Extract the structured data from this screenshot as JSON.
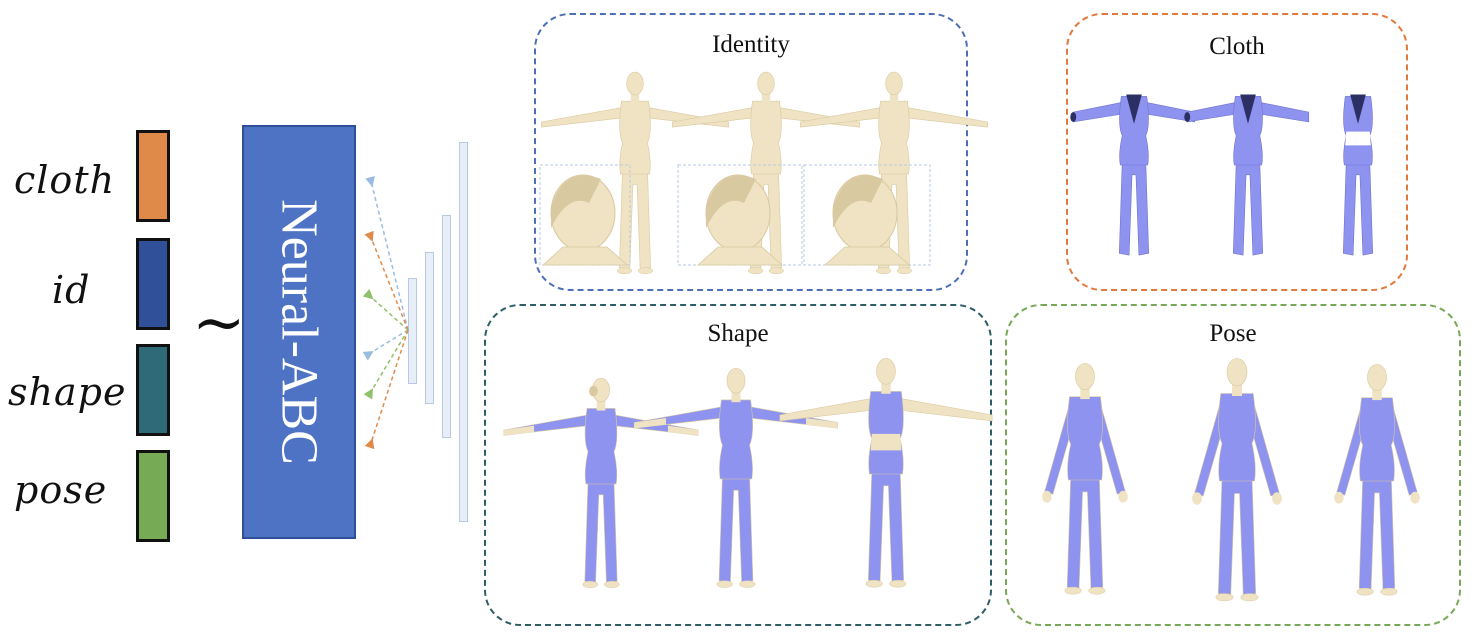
{
  "latents": [
    {
      "label": "cloth",
      "color": "#e08a49"
    },
    {
      "label": "id",
      "color": "#30509a"
    },
    {
      "label": "shape",
      "color": "#2e6a77"
    },
    {
      "label": "pose",
      "color": "#76aa55"
    }
  ],
  "tilde": "~",
  "model": {
    "name": "Neural-ABC",
    "color": "#4e73c4"
  },
  "arrow_colors": {
    "cloth": "#e08a49",
    "id": "#9bbbe0",
    "shape": "#9bbbe0",
    "pose": "#8fc06a"
  },
  "panels": {
    "identity": {
      "title": "Identity",
      "border_color": "#4e6fb7"
    },
    "cloth": {
      "title": "Cloth",
      "border_color": "#e07a3c"
    },
    "shape": {
      "title": "Shape",
      "border_color": "#2e5d68"
    },
    "pose": {
      "title": "Pose",
      "border_color": "#77a856"
    }
  },
  "colors": {
    "skin": "#efe3c3",
    "skin_shade": "#d9c9a0",
    "garment": "#8f93f0",
    "garment_dark": "#2c2f63"
  }
}
